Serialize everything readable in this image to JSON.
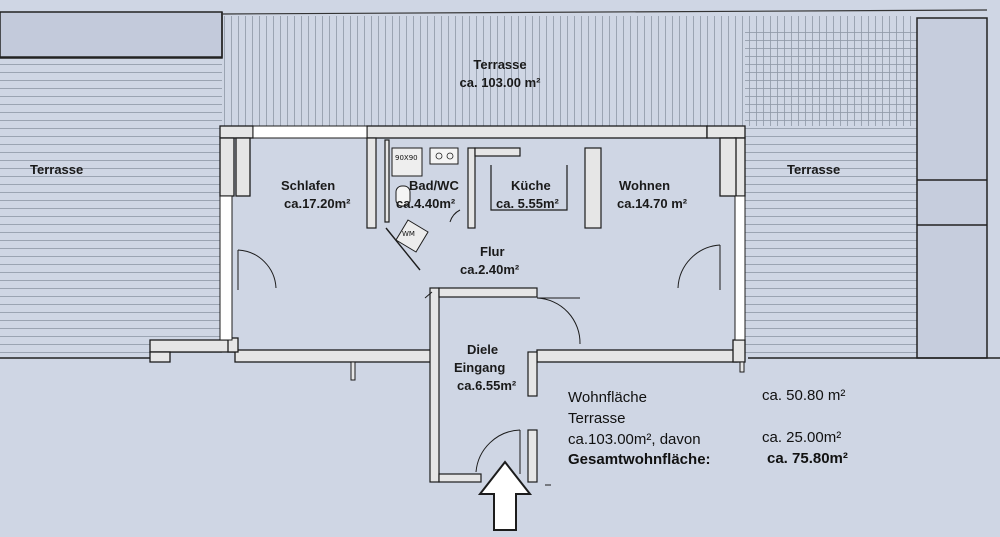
{
  "rooms": {
    "terrace_top": {
      "name": "Terrasse",
      "area": "ca. 103.00 m²"
    },
    "terrace_left": {
      "name": "Terrasse"
    },
    "terrace_right": {
      "name": "Terrasse"
    },
    "schlafen": {
      "name": "Schlafen",
      "area": "ca.17.20m²"
    },
    "bad": {
      "name": "Bad/WC",
      "area": "ca.4.40m²"
    },
    "kueche": {
      "name": "Küche",
      "area": "ca. 5.55m²"
    },
    "wohnen": {
      "name": "Wohnen",
      "area": "ca.14.70 m²"
    },
    "flur": {
      "name": "Flur",
      "area": "ca.2.40m²"
    },
    "diele": {
      "name": "Diele",
      "name2": "Eingang",
      "area": "ca.6.55m²"
    }
  },
  "fixtures": {
    "shower": "90X90",
    "washer": "WM"
  },
  "summary": {
    "rows": [
      {
        "label": "Wohnfläche",
        "value": "ca. 50.80 m²"
      },
      {
        "label": "Terrasse",
        "value": ""
      },
      {
        "label": "ca.103.00m², davon",
        "value": "ca. 25.00m²"
      },
      {
        "label": "Gesamtwohnfläche:",
        "value": "ca. 75.80m²"
      }
    ]
  },
  "colors": {
    "paper": "#cfd6e4",
    "wall": "#e6e6e6",
    "hatch": "#8e97a6",
    "line": "#1c1c1c"
  }
}
